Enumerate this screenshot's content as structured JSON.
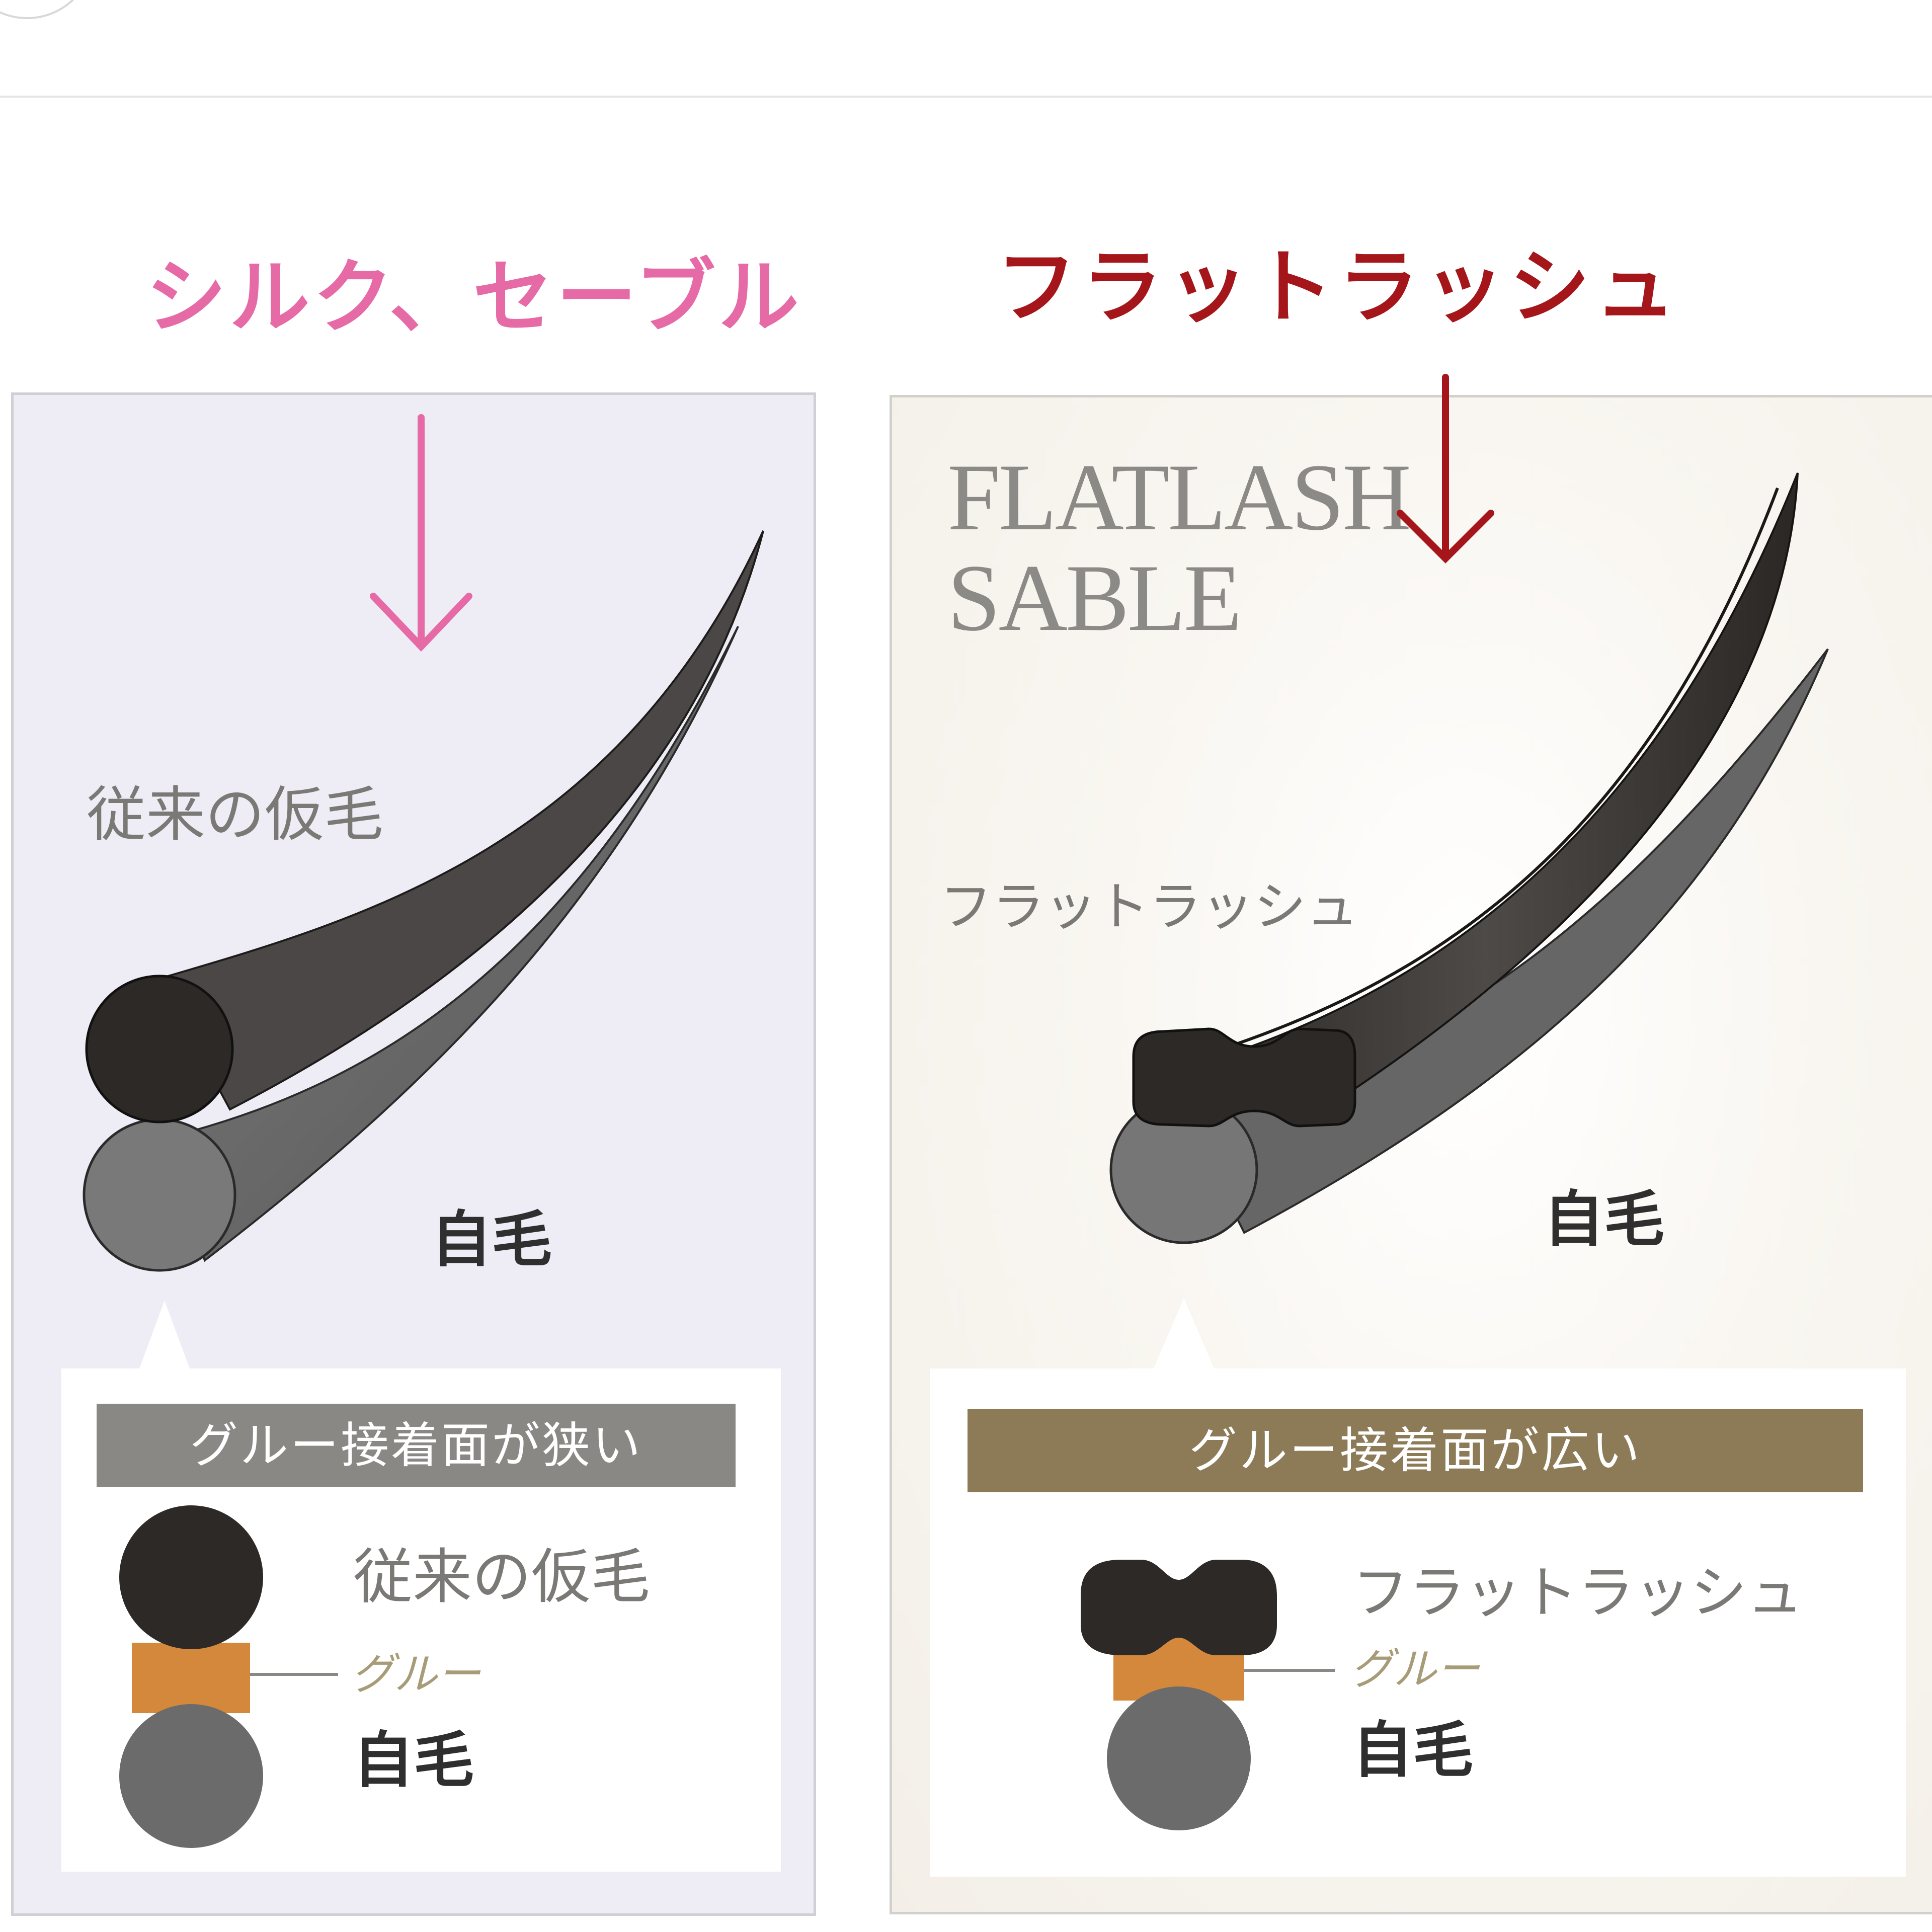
{
  "headings": {
    "left": "シルク、セーブル",
    "right": "フラットラッシュ",
    "left_color": "#e56aa5",
    "right_color": "#a4161a"
  },
  "left_panel": {
    "lash_label": "従来の仮毛",
    "natural_label": "自毛",
    "banner": "グルー接着面が狭い",
    "section": {
      "lash_label": "従来の仮毛",
      "glue_label": "グルー",
      "natural_label": "自毛"
    }
  },
  "right_panel": {
    "brand_line1": "FLATLASH",
    "brand_line2": "SABLE",
    "lash_label": "フラットラッシュ",
    "natural_label": "自毛",
    "banner": "グルー接着面が広い",
    "section": {
      "lash_label": "フラットラッシュ",
      "glue_label": "グルー",
      "natural_label": "自毛"
    }
  },
  "colors": {
    "banner_left": "#8a8885",
    "banner_right": "#8c7b56",
    "glue": "#d4883c",
    "lash": "#2d2926",
    "natural": "#6b6b6b"
  }
}
